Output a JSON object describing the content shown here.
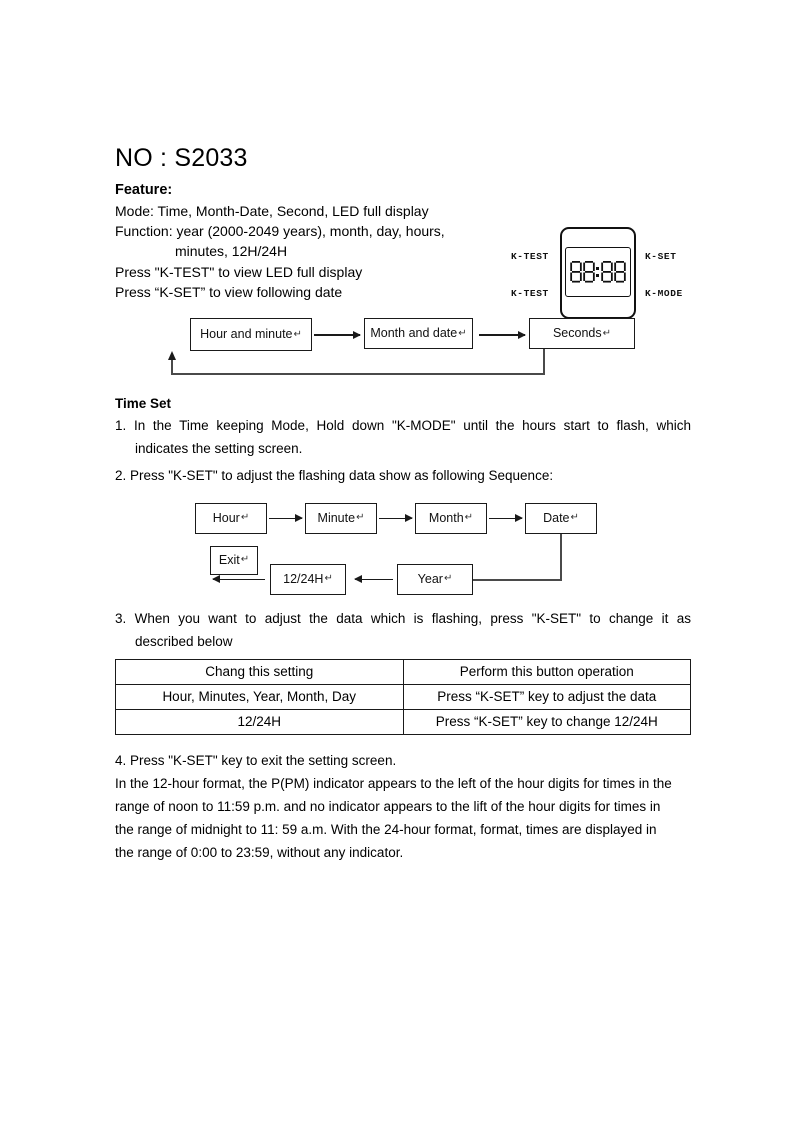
{
  "document": {
    "title": "NO : S2033"
  },
  "feature": {
    "heading": "Feature:",
    "lines": [
      "Mode: Time, Month-Date, Second, LED full display",
      "Function: year (2000-2049 years), month, day, hours,",
      "minutes, 12H/24H",
      "Press \"K-TEST\" to view LED full display",
      "Press “K-SET” to view following date"
    ]
  },
  "device": {
    "labels": {
      "top_left": "K-TEST",
      "bottom_left": "K-TEST",
      "top_right": "K-SET",
      "bottom_right": "K-MODE"
    },
    "display_digits": [
      "8",
      "8",
      "8",
      "8"
    ],
    "display_separator": ":"
  },
  "view_flow": {
    "boxes": [
      {
        "label": "Hour and minute",
        "return_mark": "↵"
      },
      {
        "label": "Month and date",
        "return_mark": "↵"
      },
      {
        "label": "Seconds",
        "return_mark": "↵"
      }
    ]
  },
  "time_set": {
    "heading": "Time Set",
    "step1": "1. In the Time keeping Mode, Hold down \"K-MODE\" until the hours start to flash, which",
    "step1_cont": "indicates the setting screen.",
    "step2": "2. Press \"K-SET\" to adjust the flashing data show as following Sequence:",
    "step3": "3. When you want to adjust the data which is flashing, press \"K-SET\" to change it as",
    "step3_cont": "described below",
    "step4": "4. Press \"K-SET\" key to exit the setting screen."
  },
  "set_flow": {
    "row1": [
      {
        "label": "Hour",
        "return_mark": "↵"
      },
      {
        "label": "Minute",
        "return_mark": "↵"
      },
      {
        "label": "Month",
        "return_mark": "↵"
      },
      {
        "label": "Date",
        "return_mark": "↵"
      }
    ],
    "row2": [
      {
        "label": "Exit",
        "return_mark": "↵"
      },
      {
        "label": "12/24H",
        "return_mark": "↵"
      },
      {
        "label": "Year",
        "return_mark": "↵"
      }
    ]
  },
  "table": {
    "headers": [
      "Chang this setting",
      "Perform this button operation"
    ],
    "rows": [
      [
        "Hour, Minutes, Year, Month, Day",
        "Press “K-SET” key to adjust the data"
      ],
      [
        "12/24H",
        "Press “K-SET” key to change 12/24H"
      ]
    ]
  },
  "closing": {
    "line1": "In the 12-hour format, the P(PM) indicator appears to the left of the hour digits for times in the",
    "line2": "range of noon to 11:59 p.m. and no indicator appears to the lift of the hour digits for times in",
    "line3": "the range of midnight to 11: 59 a.m. With the 24-hour format, format, times are displayed in",
    "line4": "the range of 0:00 to 23:59, without any indicator."
  }
}
